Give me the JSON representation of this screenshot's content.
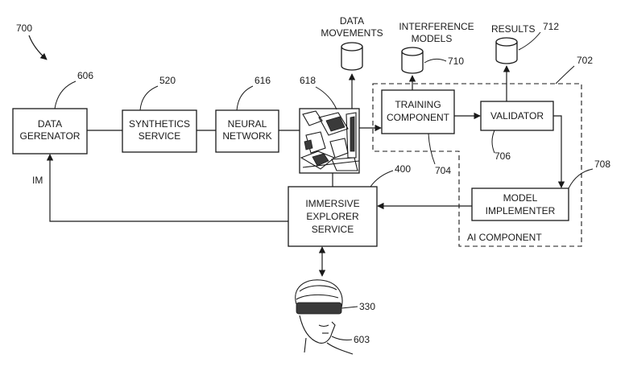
{
  "figure_number": "700",
  "blocks": {
    "data_generator": {
      "line1": "DATA",
      "line2": "GERENATOR",
      "ref": "606"
    },
    "synthetics_service": {
      "line1": "SYNTHETICS",
      "line2": "SERVICE",
      "ref": "520"
    },
    "neural_network": {
      "line1": "NEURAL",
      "line2": "NETWORK",
      "ref": "616"
    },
    "image_block": {
      "ref": "618"
    },
    "training_component": {
      "line1": "TRAINING",
      "line2": "COMPONENT",
      "ref": "704"
    },
    "validator": {
      "label": "VALIDATOR",
      "ref": "706"
    },
    "model_implementer": {
      "line1": "MODEL",
      "line2": "IMPLEMENTER",
      "ref": "708"
    },
    "immersive_explorer_service": {
      "line1": "IMMERSIVE",
      "line2": "EXPLORER",
      "line3": "SERVICE",
      "ref": "400"
    },
    "ai_component": {
      "label": "AI COMPONENT",
      "ref": "702"
    }
  },
  "databases": {
    "data_movements": {
      "line1": "DATA",
      "line2": "MOVEMENTS"
    },
    "interference_models": {
      "line1": "INTERFERENCE",
      "line2": "MODELS",
      "ref": "710"
    },
    "results": {
      "label": "RESULTS",
      "ref": "712"
    }
  },
  "user": {
    "headset_ref": "330",
    "person_ref": "603"
  },
  "edge_labels": {
    "im": "IM"
  },
  "colors": {
    "line": "#1a1a1a",
    "background": "#ffffff"
  }
}
